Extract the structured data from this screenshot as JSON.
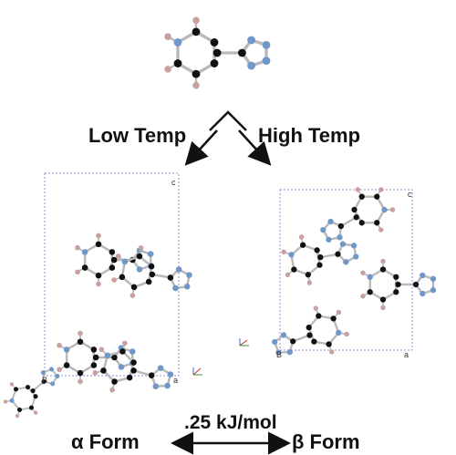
{
  "labels": {
    "low_temp": "Low Temp",
    "high_temp": "High Temp",
    "alpha_form": "α Form",
    "beta_form": "β Form",
    "energy": ".25 kJ/mol"
  },
  "axis_letters": {
    "alpha_c": "c",
    "alpha_b": "B",
    "alpha_a": "a",
    "beta_c": "c",
    "beta_b": "B",
    "beta_a": "a"
  },
  "colors": {
    "carbon": "#111111",
    "hydrogen": "#c9a0a0",
    "nitrogen": "#6f97c8",
    "bond": "#b9b9b9",
    "cell": "#8f8fd8"
  }
}
